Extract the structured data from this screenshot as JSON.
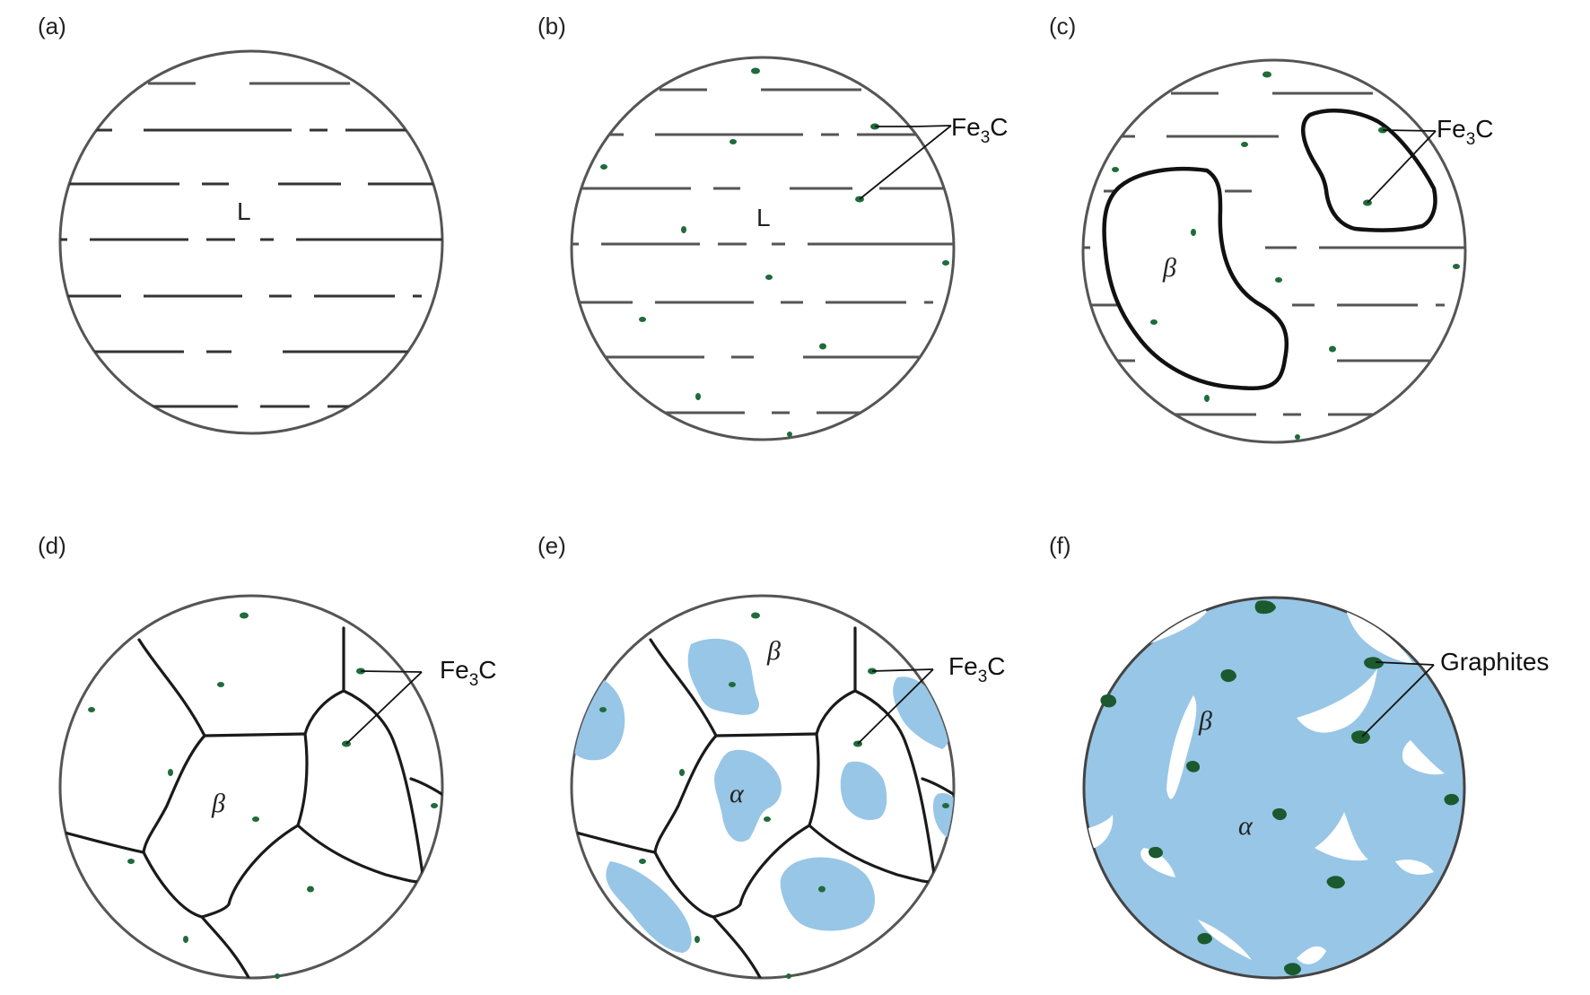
{
  "panels": [
    {
      "id": "a",
      "label": "(a)",
      "phases": [
        "L"
      ]
    },
    {
      "id": "b",
      "label": "(b)",
      "phases": [
        "L"
      ],
      "annotation": {
        "main": "Fe",
        "sub": "3",
        "tail": "C"
      }
    },
    {
      "id": "c",
      "label": "(c)",
      "phases": [
        "β"
      ],
      "annotation": {
        "main": "Fe",
        "sub": "3",
        "tail": "C"
      }
    },
    {
      "id": "d",
      "label": "(d)",
      "phases": [
        "β"
      ],
      "annotation": {
        "main": "Fe",
        "sub": "3",
        "tail": "C"
      }
    },
    {
      "id": "e",
      "label": "(e)",
      "phases": [
        "β",
        "α"
      ],
      "annotation": {
        "main": "Fe",
        "sub": "3",
        "tail": "C"
      }
    },
    {
      "id": "f",
      "label": "(f)",
      "phases": [
        "β",
        "α"
      ],
      "annotation": {
        "text": "Graphites"
      }
    }
  ],
  "colors": {
    "alpha_phase": "#98c6e6",
    "particles": "#1f6b3a",
    "outline": "#555555"
  }
}
